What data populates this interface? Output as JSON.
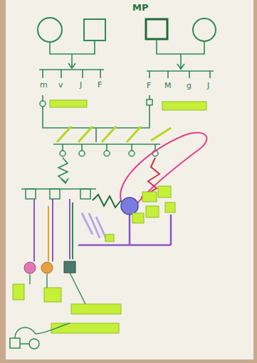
{
  "diagram": {
    "labels": [
      "MP",
      "m",
      "v",
      "J",
      "F",
      "F",
      "M",
      "g",
      "J"
    ]
  }
}
